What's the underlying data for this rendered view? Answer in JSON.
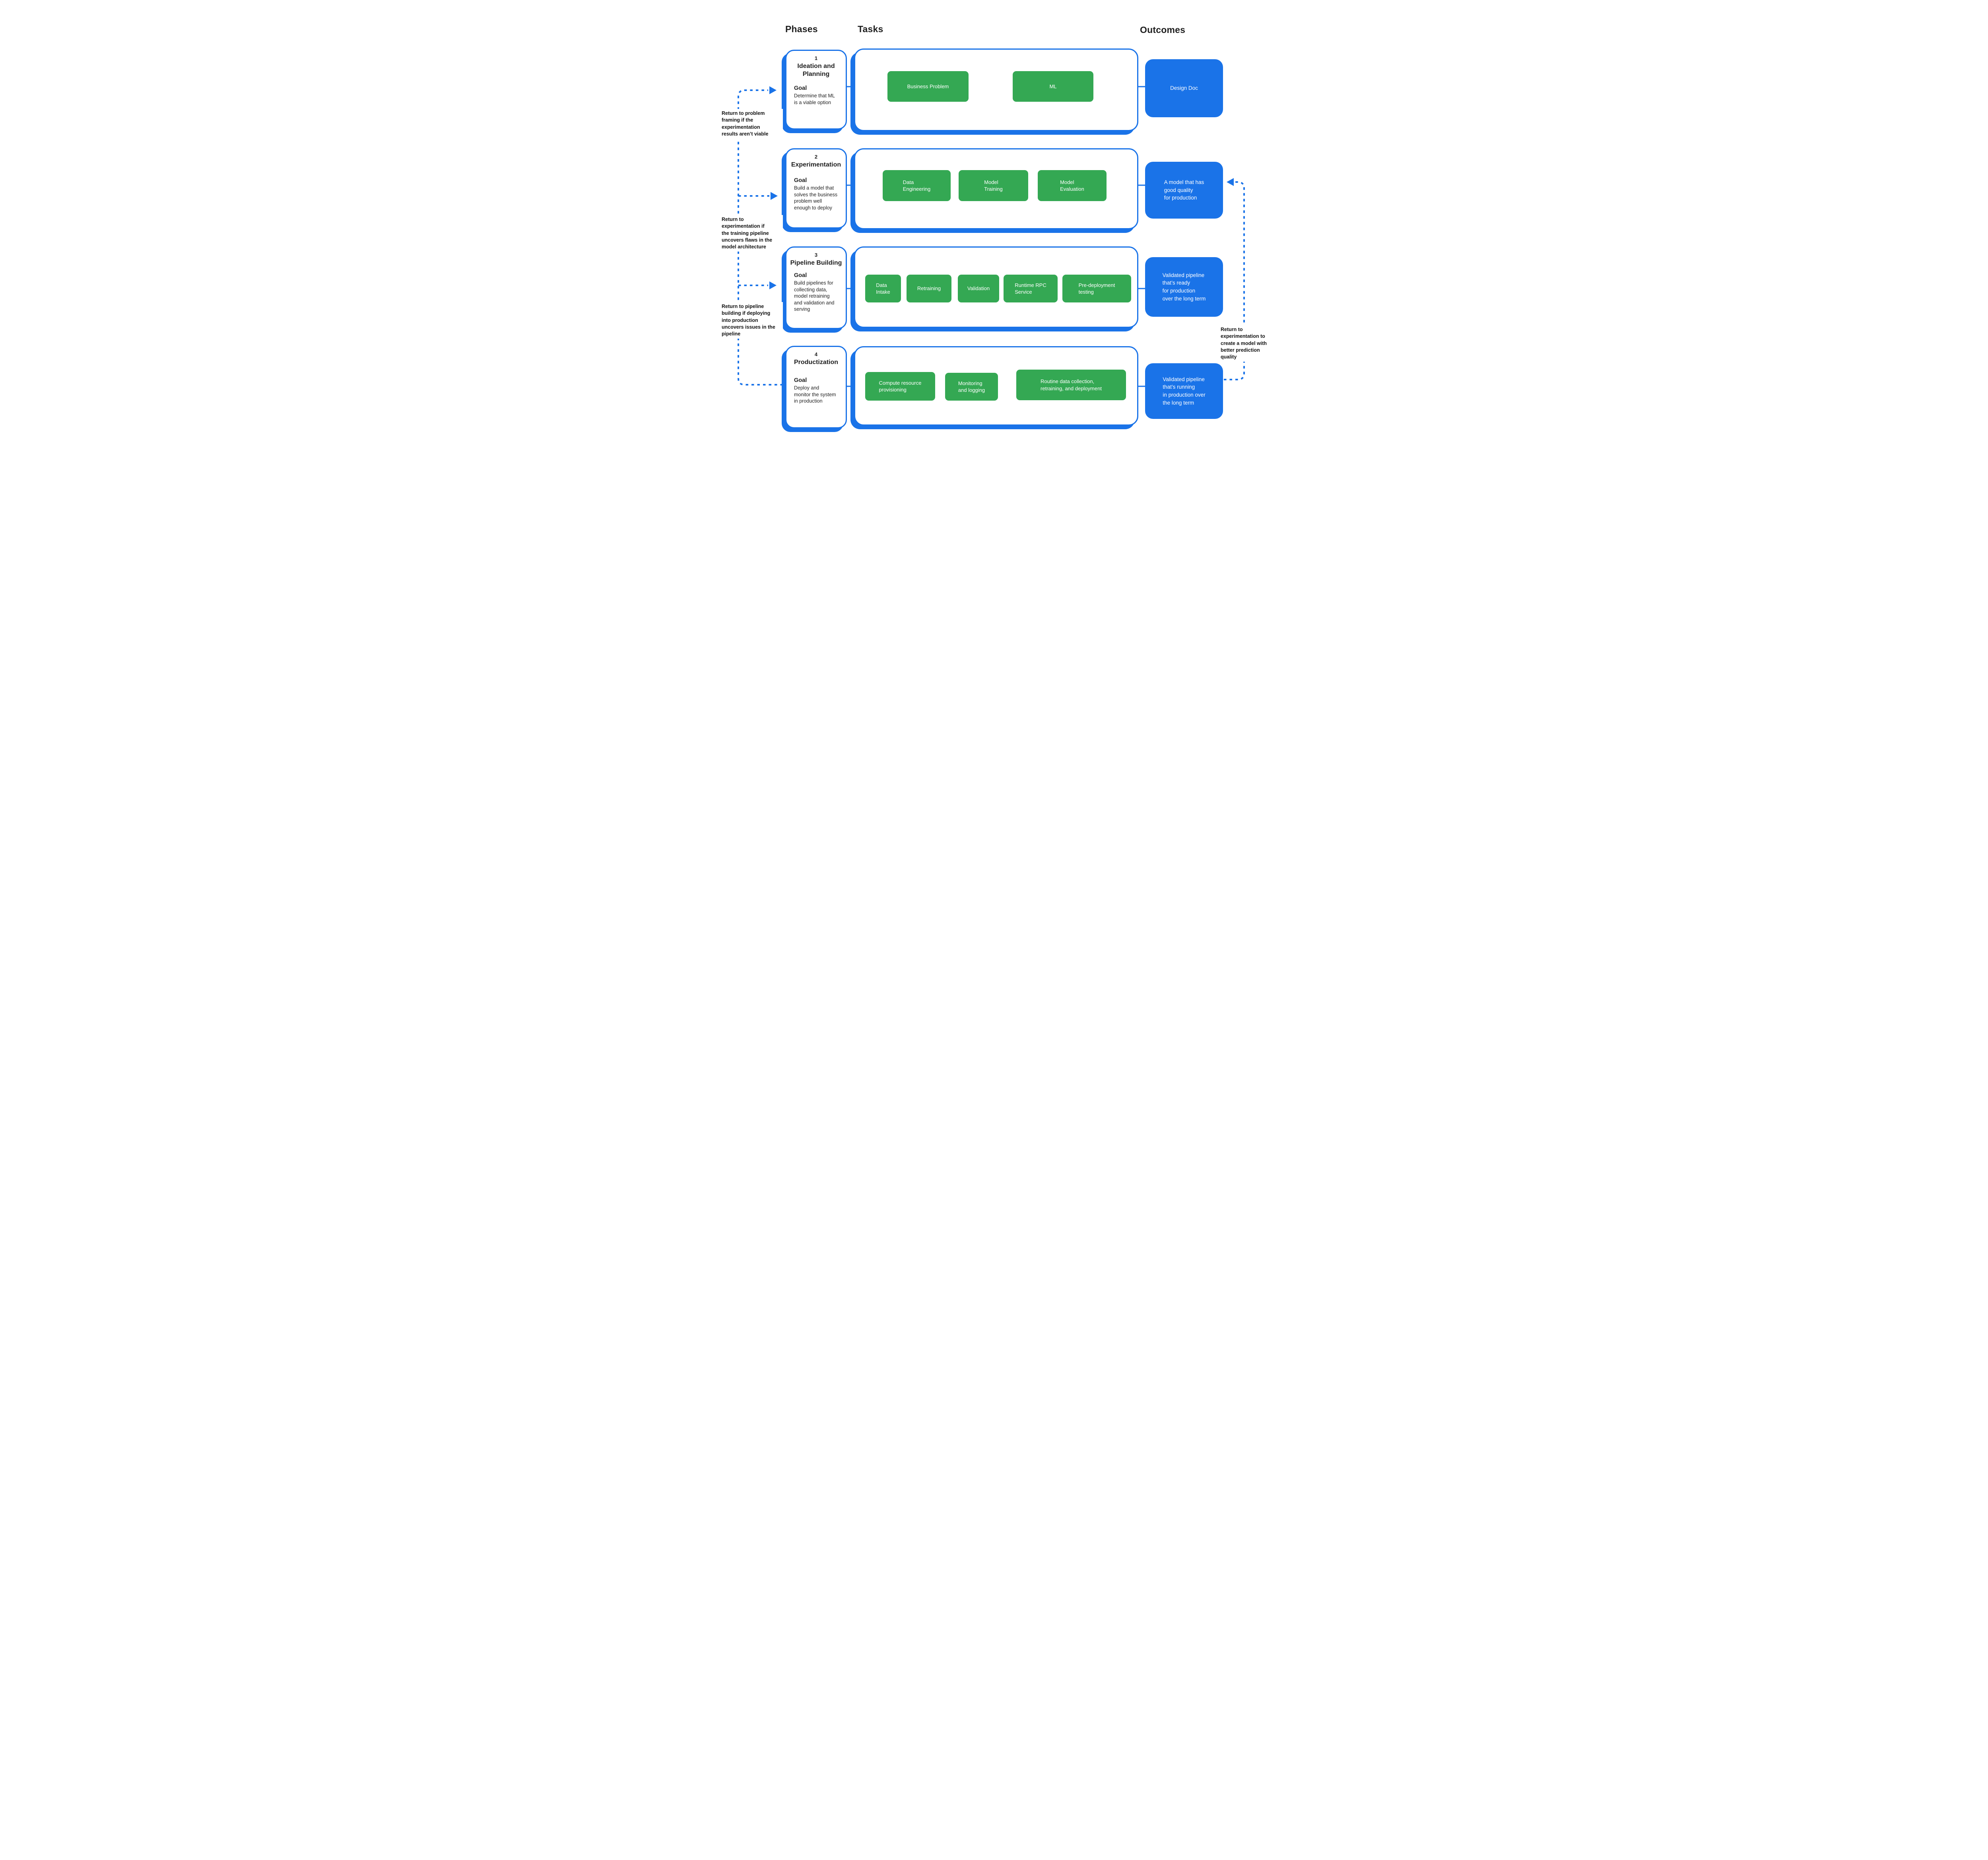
{
  "colors": {
    "accent_blue": "#1A73E8",
    "task_green": "#34A853",
    "text_dark": "#1f1f1f",
    "background": "#ffffff"
  },
  "headers": {
    "phases": "Phases",
    "tasks": "Tasks",
    "outcomes": "Outcomes"
  },
  "phases": [
    {
      "number": "1",
      "title": "Ideation and\nPlanning",
      "goal_label": "Goal",
      "goal": "Determine that ML\nis a viable option"
    },
    {
      "number": "2",
      "title": "Experimentation",
      "goal_label": "Goal",
      "goal": "Build a model that\nsolves the business\nproblem well\nenough to deploy"
    },
    {
      "number": "3",
      "title": "Pipeline Building",
      "goal_label": "Goal",
      "goal": "Build pipelines for\ncollecting data,\nmodel retraining\nand validation and\nserving"
    },
    {
      "number": "4",
      "title": "Productization",
      "goal_label": "Goal",
      "goal": "Deploy and\nmonitor the system\nin production"
    }
  ],
  "tasks": {
    "row1": [
      "Business Problem",
      "ML"
    ],
    "row2": [
      "Data\nEngineering",
      "Model\nTraining",
      "Model\nEvaluation"
    ],
    "row3": [
      "Data\nIntake",
      "Retraining",
      "Validation",
      "Runtime RPC\nService",
      "Pre-deployment\ntesting"
    ],
    "row4": [
      "Compute resource\nprovisioning",
      "Monitoring\nand logging",
      "Routine data collection,\nretraining, and deployment"
    ]
  },
  "outcomes": [
    "Design Doc",
    "A model that has\ngood quality\nfor production",
    "Validated pipeline\nthat’s ready\nfor production\nover the long term",
    "Validated pipeline\nthat’s running\nin production over\nthe long term"
  ],
  "annotations": {
    "left": [
      "Return to problem\nframing if the\nexperimentation\nresults aren’t viable",
      "Return to\nexperimentation if\nthe training pipeline\nuncovers flaws in the\nmodel architecture",
      "Return to pipeline\nbuilding if deploying\ninto production\nuncovers issues in the\npipeline"
    ],
    "right": [
      "Return to\nexperimentation to\ncreate a model with\nbetter prediction\nquality"
    ]
  }
}
